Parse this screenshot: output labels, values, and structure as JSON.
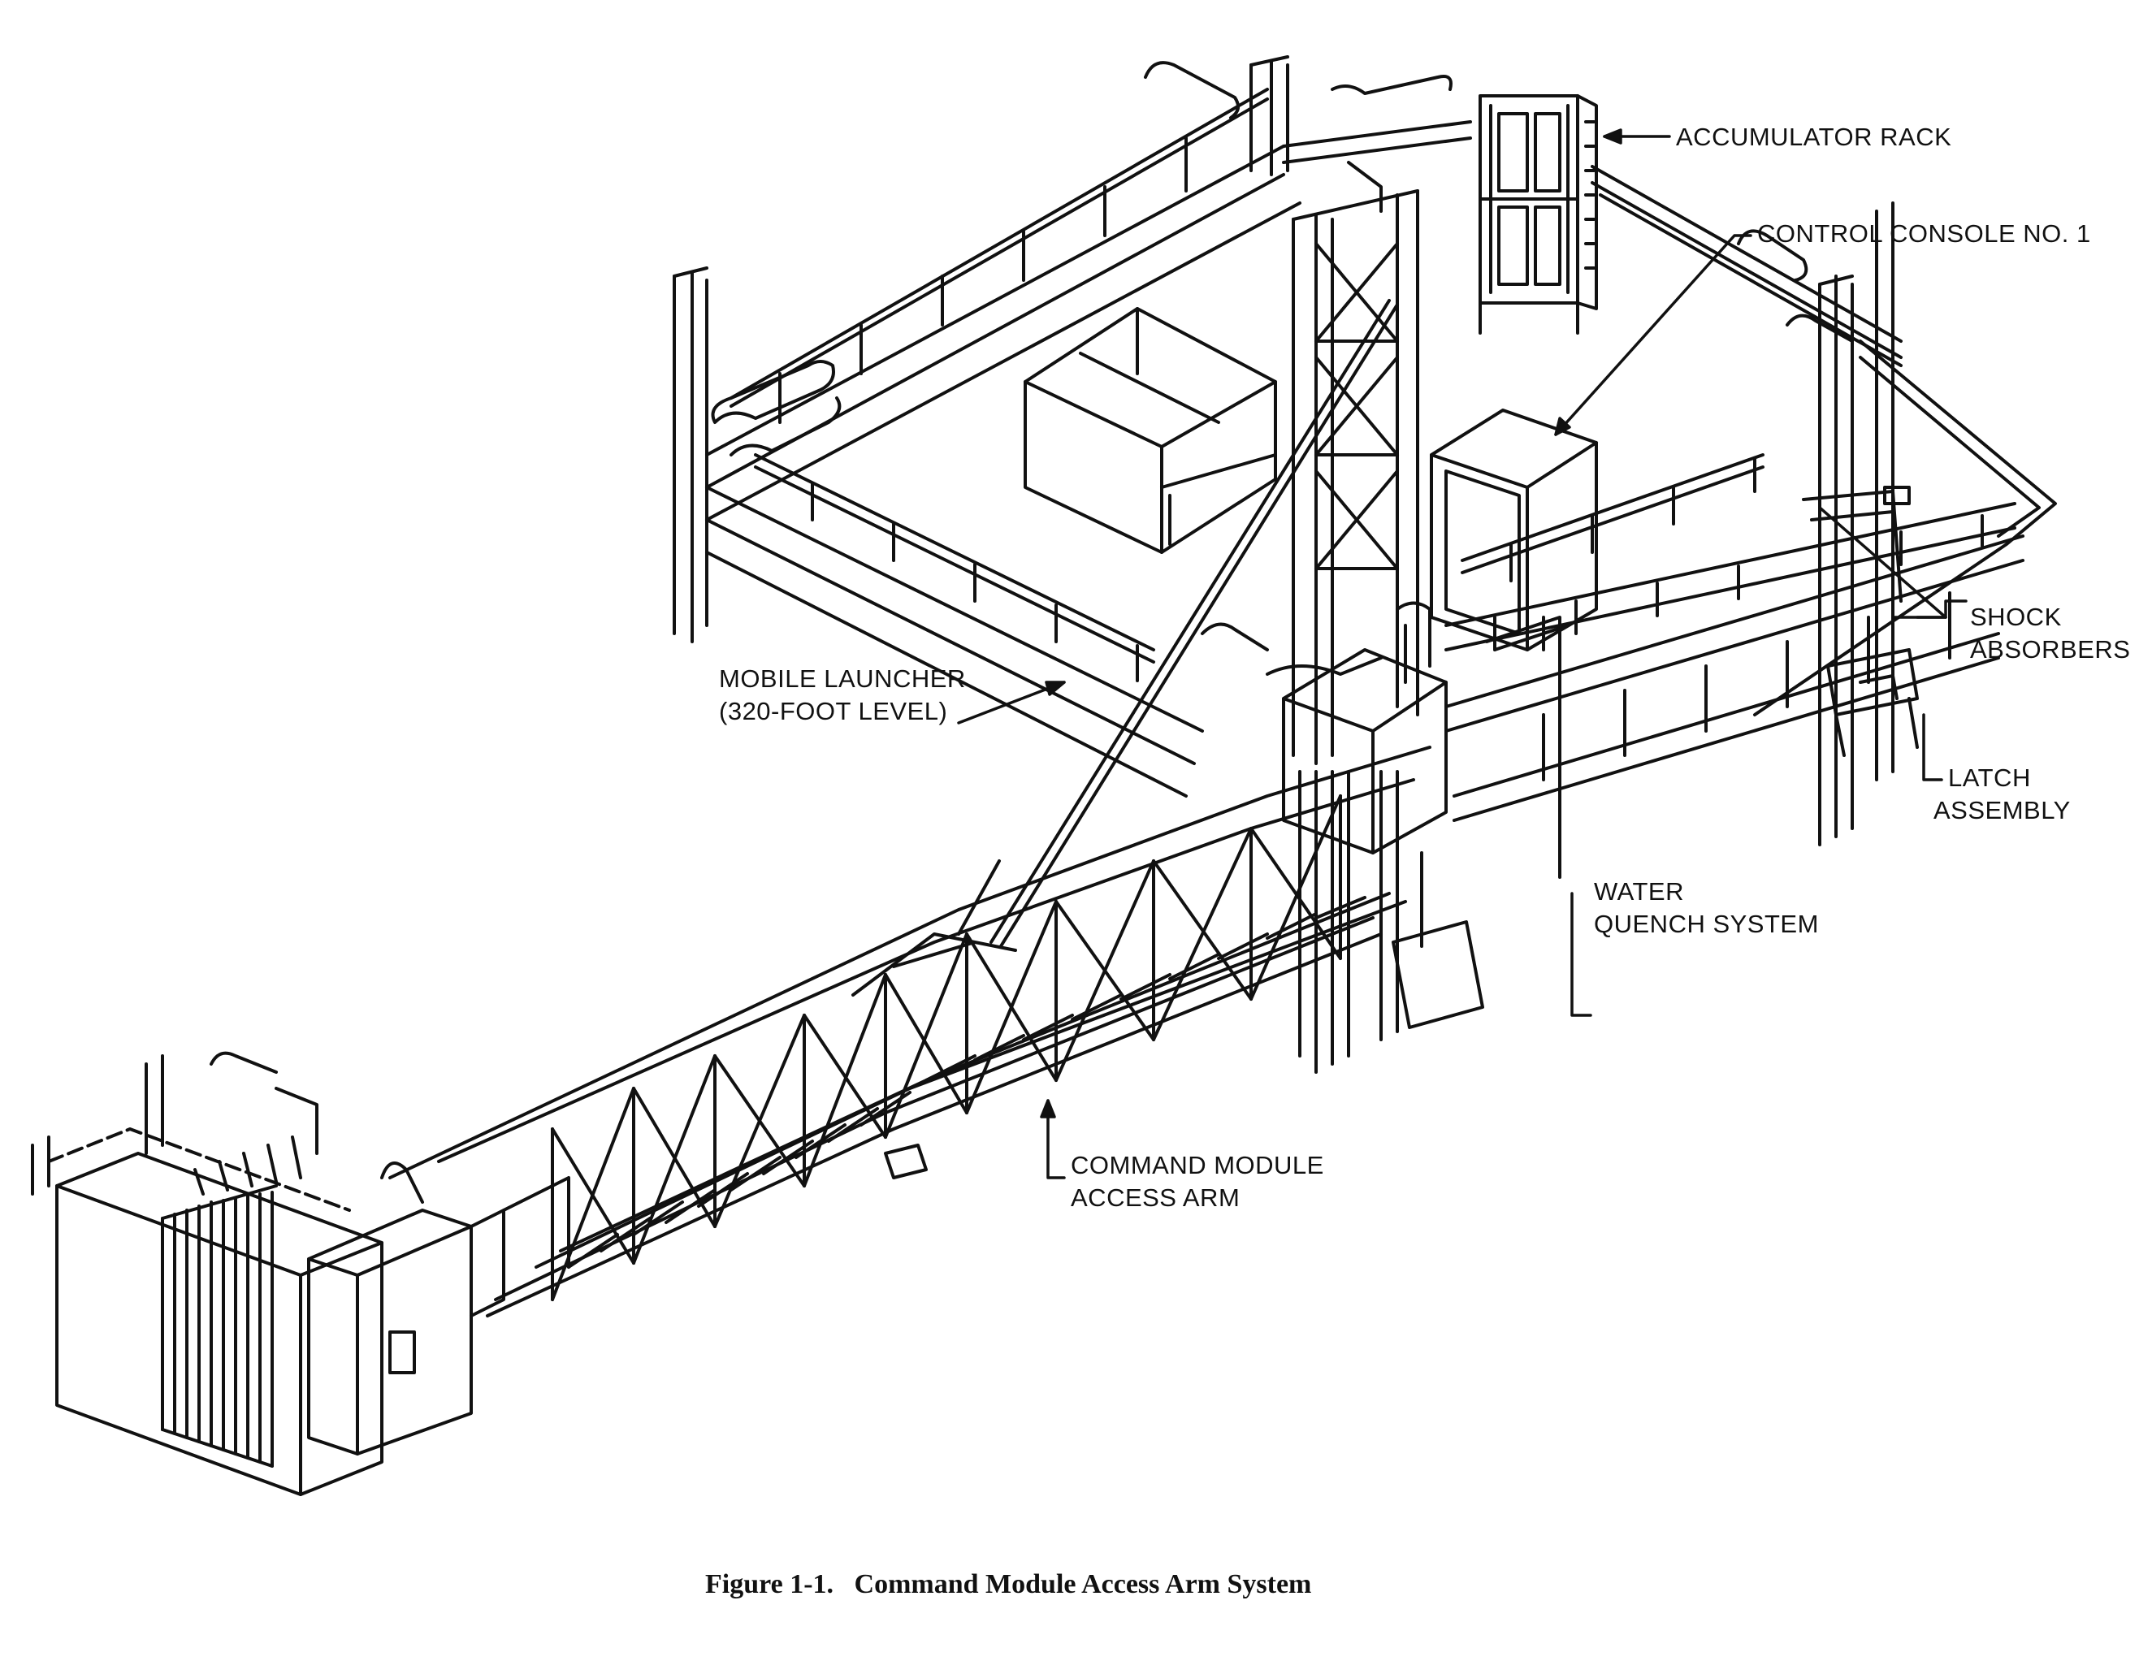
{
  "labels": {
    "accumulator_rack": "ACCUMULATOR RACK",
    "control_console": "CONTROL CONSOLE NO. 1",
    "shock_absorbers": [
      "SHOCK",
      "ABSORBERS"
    ],
    "latch_assembly": [
      "LATCH",
      "ASSEMBLY"
    ],
    "mobile_launcher": [
      "MOBILE LAUNCHER",
      "(320-FOOT LEVEL)"
    ],
    "water_quench": [
      "WATER",
      "QUENCH SYSTEM"
    ],
    "command_module_access_arm": [
      "COMMAND MODULE",
      "ACCESS ARM"
    ]
  },
  "caption": "Figure 1-1.   Command Module Access Arm System",
  "colors": {
    "ink": "#111111",
    "paper": "#ffffff"
  }
}
